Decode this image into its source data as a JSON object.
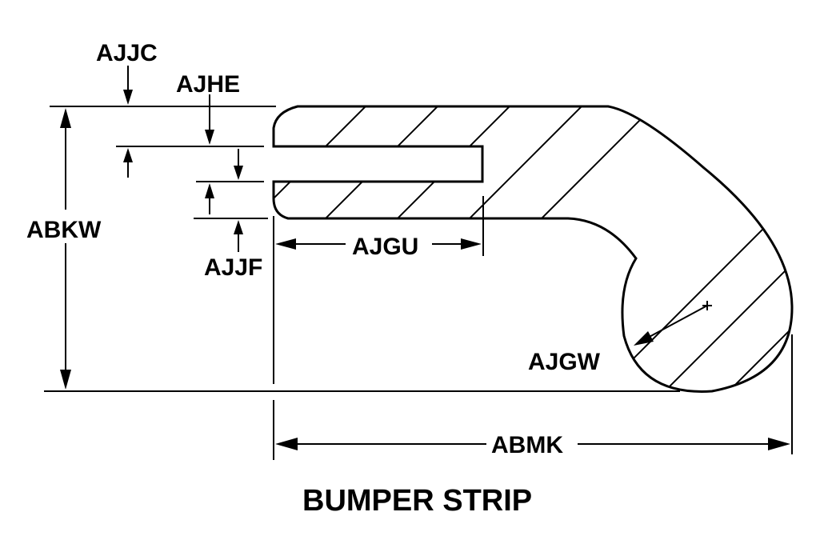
{
  "title": "BUMPER STRIP",
  "dimensions": {
    "ajjc": "AJJC",
    "ajhe": "AJHE",
    "abkw": "ABKW",
    "ajjf": "AJJF",
    "ajgu": "AJGU",
    "ajgw": "AJGW",
    "abmk": "ABMK"
  }
}
